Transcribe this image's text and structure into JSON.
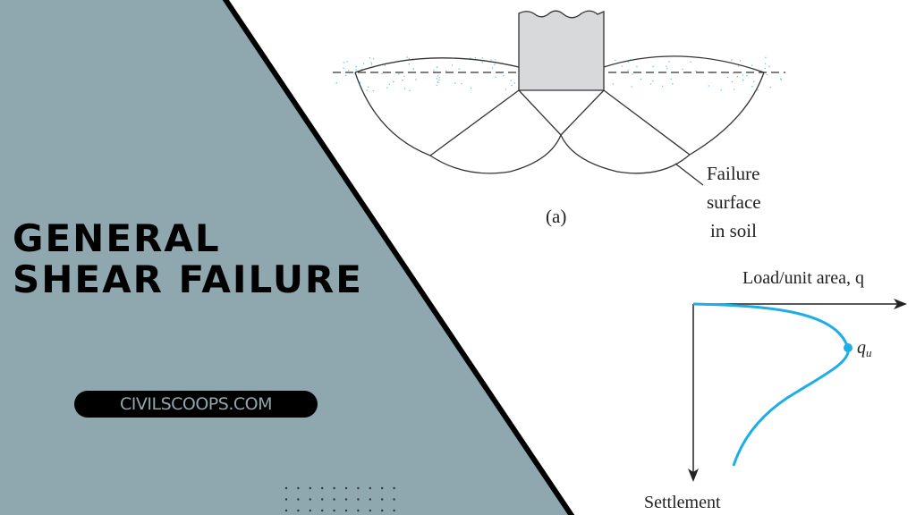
{
  "title": {
    "line1": "GENERAL",
    "line2": "SHEAR FAILURE"
  },
  "website": "CIVILSCOOPS.COM",
  "colors": {
    "panel": "#8fa7ae",
    "curve": "#1eaee6",
    "soil_dots": "#5bc0de"
  },
  "diagram_a": {
    "caption": "(a)",
    "label": [
      "Failure",
      "surface",
      "in soil"
    ]
  },
  "load_settlement": {
    "x_axis_label": "Load/unit area, q",
    "y_axis_label": "Settlement",
    "point_label_base": "q",
    "point_label_sub": "u"
  }
}
